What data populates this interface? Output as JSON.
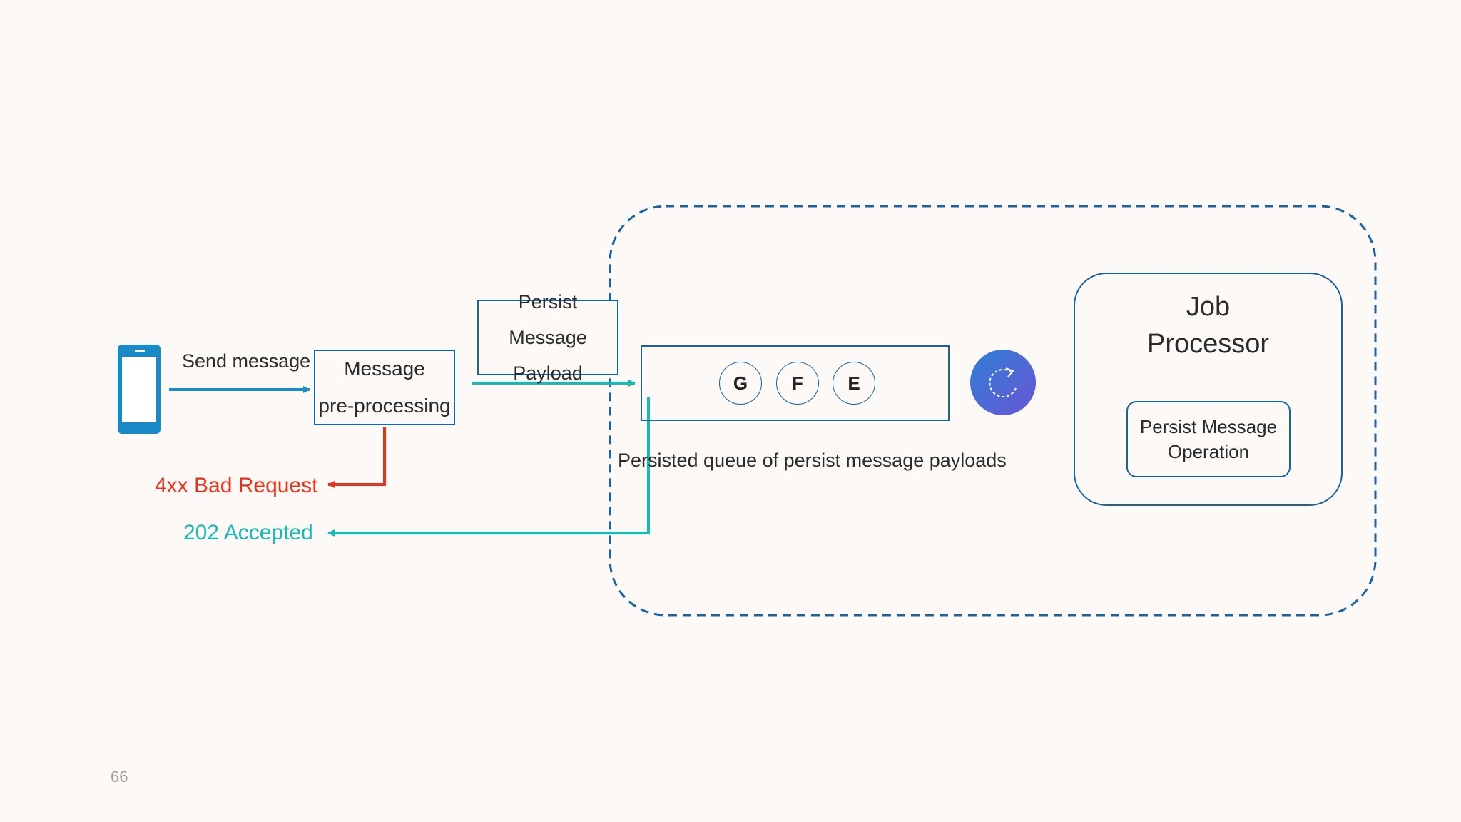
{
  "diagram": {
    "send_label": "Send message",
    "preprocessing": {
      "line1": "Message",
      "line2": "pre-processing"
    },
    "persist_payload": {
      "line1": "Persist Message",
      "line2": "Payload"
    },
    "queue_items": [
      "G",
      "F",
      "E"
    ],
    "queue_label": "Persisted queue of persist message payloads",
    "job_processor": {
      "title_line1": "Job",
      "title_line2": "Processor",
      "operation_line1": "Persist Message",
      "operation_line2": "Operation"
    },
    "bad_request_label": "4xx Bad Request",
    "accepted_label": "202 Accepted"
  },
  "colors": {
    "blue": "#1a8ac7",
    "dark_blue": "#1a63a3",
    "teal": "#1cb8b4",
    "red": "#e8331c"
  },
  "icons": {
    "client": "mobile-phone-icon",
    "worker": "refresh-icon"
  },
  "page_number": "66"
}
